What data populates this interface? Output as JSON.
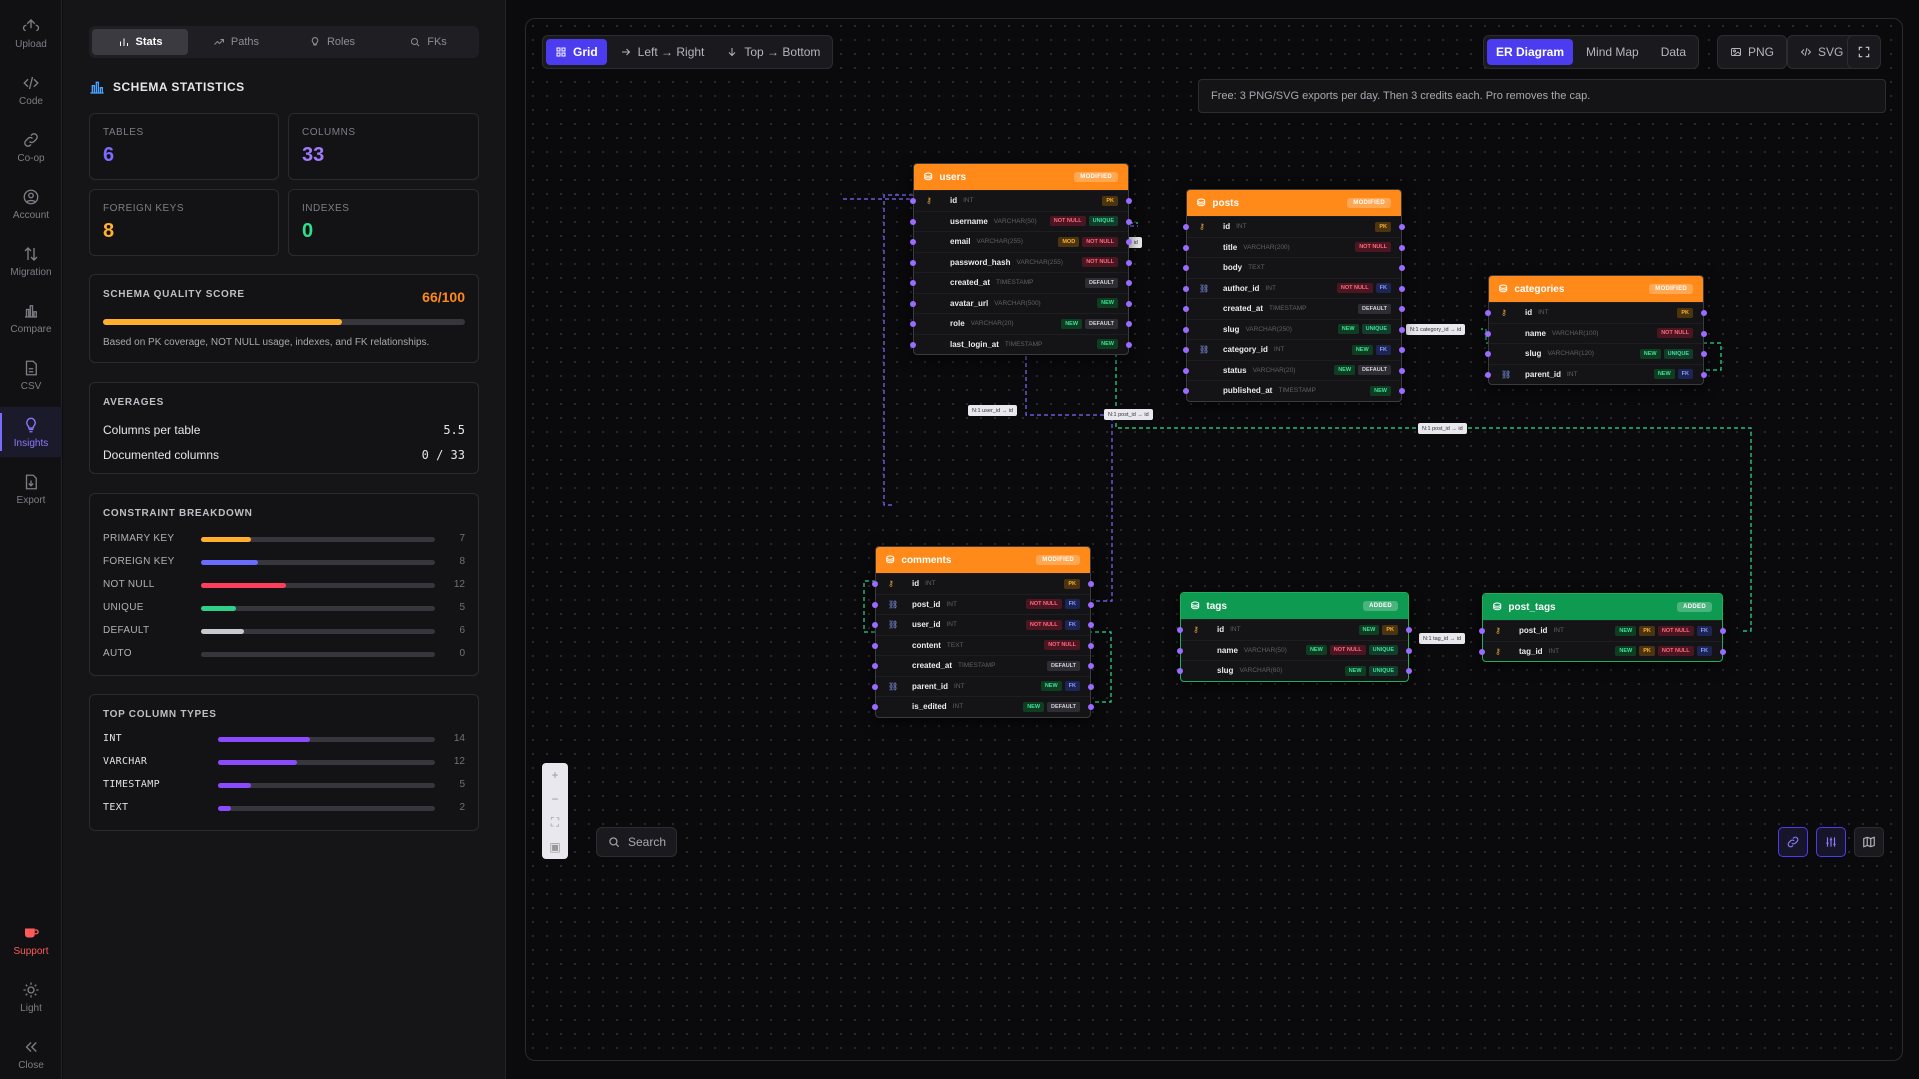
{
  "rail": {
    "upload": "Upload",
    "code": "Code",
    "coop": "Co-op",
    "account": "Account",
    "migration": "Migration",
    "compare": "Compare",
    "csv": "CSV",
    "insights": "Insights",
    "export": "Export",
    "support": "Support",
    "light": "Light",
    "close": "Close"
  },
  "panel": {
    "tabs": [
      "Stats",
      "Paths",
      "Roles",
      "FKs"
    ],
    "title": "SCHEMA STATISTICS",
    "stats": [
      {
        "label": "TABLES",
        "value": "6",
        "color": "#7b6bff"
      },
      {
        "label": "COLUMNS",
        "value": "33",
        "color": "#a07bff"
      },
      {
        "label": "FOREIGN KEYS",
        "value": "8",
        "color": "#ffb02e"
      },
      {
        "label": "INDEXES",
        "value": "0",
        "color": "#2ee08a"
      }
    ],
    "quality": {
      "title": "SCHEMA QUALITY SCORE",
      "score": "66/100",
      "fraction": 0.66,
      "note": "Based on PK coverage, NOT NULL usage, indexes, and FK relationships."
    },
    "averages": {
      "title": "AVERAGES",
      "rows": [
        {
          "label": "Columns per table",
          "value": "5.5"
        },
        {
          "label": "Documented columns",
          "value": "0 / 33"
        }
      ]
    },
    "constraints": {
      "title": "CONSTRAINT BREAKDOWN",
      "max": 33,
      "rows": [
        {
          "label": "PRIMARY KEY",
          "count": 7,
          "color": "#ffae2e"
        },
        {
          "label": "FOREIGN KEY",
          "count": 8,
          "color": "#6a6bff"
        },
        {
          "label": "NOT NULL",
          "count": 12,
          "color": "#ff3d5c"
        },
        {
          "label": "UNIQUE",
          "count": 5,
          "color": "#2ed08a"
        },
        {
          "label": "DEFAULT",
          "count": 6,
          "color": "#c8c8cf"
        },
        {
          "label": "AUTO",
          "count": 0,
          "color": "#c8c8cf"
        }
      ]
    },
    "types": {
      "title": "TOP COLUMN TYPES",
      "max": 33,
      "rows": [
        {
          "label": "INT",
          "count": 14
        },
        {
          "label": "VARCHAR",
          "count": 12
        },
        {
          "label": "TIMESTAMP",
          "count": 5
        },
        {
          "label": "TEXT",
          "count": 2
        }
      ]
    }
  },
  "toolbar": {
    "layouts": [
      "Grid",
      "Left → Right",
      "Top → Bottom"
    ],
    "views": [
      "ER Diagram",
      "Mind Map",
      "Data"
    ],
    "png": "PNG",
    "svg": "SVG",
    "notice": "Free: 3 PNG/SVG exports per day. Then 3 credits each. Pro removes the cap.",
    "search": "Search"
  },
  "tables": [
    {
      "name": "users",
      "badge": "MODIFIED",
      "header": "#ff8a1a",
      "columns": [
        {
          "icon": "key",
          "name": "id",
          "type": "INT",
          "chips": [
            "PK"
          ]
        },
        {
          "icon": "",
          "name": "username",
          "type": "VARCHAR(50)",
          "chips": [
            "NOT NULL",
            "UNIQUE"
          ]
        },
        {
          "icon": "",
          "name": "email",
          "type": "VARCHAR(255)",
          "chips": [
            "MOD",
            "NOT NULL"
          ]
        },
        {
          "icon": "",
          "name": "password_hash",
          "type": "VARCHAR(255)",
          "chips": [
            "NOT NULL"
          ]
        },
        {
          "icon": "",
          "name": "created_at",
          "type": "TIMESTAMP",
          "chips": [
            "DEFAULT"
          ]
        },
        {
          "icon": "",
          "name": "avatar_url",
          "type": "VARCHAR(500)",
          "chips": [
            "NEW"
          ]
        },
        {
          "icon": "",
          "name": "role",
          "type": "VARCHAR(20)",
          "chips": [
            "NEW",
            "DEFAULT"
          ]
        },
        {
          "icon": "",
          "name": "last_login_at",
          "type": "TIMESTAMP",
          "chips": [
            "NEW"
          ]
        }
      ]
    },
    {
      "name": "posts",
      "badge": "MODIFIED",
      "header": "#ff8a1a",
      "columns": [
        {
          "icon": "key",
          "name": "id",
          "type": "INT",
          "chips": [
            "PK"
          ]
        },
        {
          "icon": "",
          "name": "title",
          "type": "VARCHAR(200)",
          "chips": [
            "NOT NULL"
          ]
        },
        {
          "icon": "",
          "name": "body",
          "type": "TEXT",
          "chips": []
        },
        {
          "icon": "link",
          "name": "author_id",
          "type": "INT",
          "chips": [
            "NOT NULL",
            "FK"
          ]
        },
        {
          "icon": "",
          "name": "created_at",
          "type": "TIMESTAMP",
          "chips": [
            "DEFAULT"
          ]
        },
        {
          "icon": "",
          "name": "slug",
          "type": "VARCHAR(250)",
          "chips": [
            "NEW",
            "UNIQUE"
          ]
        },
        {
          "icon": "link",
          "name": "category_id",
          "type": "INT",
          "chips": [
            "NEW",
            "FK"
          ]
        },
        {
          "icon": "",
          "name": "status",
          "type": "VARCHAR(20)",
          "chips": [
            "NEW",
            "DEFAULT"
          ]
        },
        {
          "icon": "",
          "name": "published_at",
          "type": "TIMESTAMP",
          "chips": [
            "NEW"
          ]
        }
      ]
    },
    {
      "name": "categories",
      "badge": "MODIFIED",
      "header": "#ff8a1a",
      "columns": [
        {
          "icon": "key",
          "name": "id",
          "type": "INT",
          "chips": [
            "PK"
          ]
        },
        {
          "icon": "",
          "name": "name",
          "type": "VARCHAR(100)",
          "chips": [
            "NOT NULL"
          ]
        },
        {
          "icon": "",
          "name": "slug",
          "type": "VARCHAR(120)",
          "chips": [
            "NEW",
            "UNIQUE"
          ]
        },
        {
          "icon": "link",
          "name": "parent_id",
          "type": "INT",
          "chips": [
            "NEW",
            "FK"
          ]
        }
      ]
    },
    {
      "name": "comments",
      "badge": "MODIFIED",
      "header": "#ff8a1a",
      "columns": [
        {
          "icon": "key",
          "name": "id",
          "type": "INT",
          "chips": [
            "PK"
          ]
        },
        {
          "icon": "link",
          "name": "post_id",
          "type": "INT",
          "chips": [
            "NOT NULL",
            "FK"
          ]
        },
        {
          "icon": "link",
          "name": "user_id",
          "type": "INT",
          "chips": [
            "NOT NULL",
            "FK"
          ]
        },
        {
          "icon": "",
          "name": "content",
          "type": "TEXT",
          "chips": [
            "NOT NULL"
          ]
        },
        {
          "icon": "",
          "name": "created_at",
          "type": "TIMESTAMP",
          "chips": [
            "DEFAULT"
          ]
        },
        {
          "icon": "link",
          "name": "parent_id",
          "type": "INT",
          "chips": [
            "NEW",
            "FK"
          ]
        },
        {
          "icon": "",
          "name": "is_edited",
          "type": "INT",
          "chips": [
            "NEW",
            "DEFAULT"
          ]
        }
      ]
    },
    {
      "name": "tags",
      "badge": "ADDED",
      "header": "#0f9a52",
      "columns": [
        {
          "icon": "key",
          "name": "id",
          "type": "INT",
          "chips": [
            "NEW",
            "PK"
          ]
        },
        {
          "icon": "",
          "name": "name",
          "type": "VARCHAR(50)",
          "chips": [
            "NEW",
            "NOT NULL",
            "UNIQUE"
          ]
        },
        {
          "icon": "",
          "name": "slug",
          "type": "VARCHAR(60)",
          "chips": [
            "NEW",
            "UNIQUE"
          ]
        }
      ]
    },
    {
      "name": "post_tags",
      "badge": "ADDED",
      "header": "#0f9a52",
      "columns": [
        {
          "icon": "key",
          "name": "post_id",
          "type": "INT",
          "chips": [
            "NEW",
            "PK",
            "NOT NULL",
            "FK"
          ]
        },
        {
          "icon": "key",
          "name": "tag_id",
          "type": "INT",
          "chips": [
            "NEW",
            "PK",
            "NOT NULL",
            "FK"
          ]
        }
      ]
    }
  ],
  "edge_labels": [
    "N:1 author_id → id",
    "N:1 category_id → id",
    "N:1 user_id → id",
    "N:1 post_id → id",
    "N:1 post_id → id",
    "N:1 tag_id → id"
  ]
}
